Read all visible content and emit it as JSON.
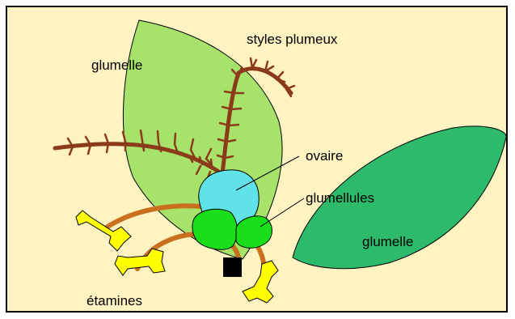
{
  "colors": {
    "background": "#fef3c1",
    "glumelle_left": "#a7e36a",
    "glumelle_right": "#2dba6a",
    "ovaire": "#5fe3e8",
    "glumellules": "#19de19",
    "styles": "#8b3a1a",
    "filaments": "#c8701e",
    "antheres": "#ffff00",
    "base": "#000000",
    "outline": "#000000"
  },
  "labels": {
    "glumelle_top_left": "glumelle",
    "styles_plumeux": "styles plumeux",
    "ovaire": "ovaire",
    "glumellules": "glumellules",
    "glumelle_right": "glumelle",
    "etamines": "étamines"
  }
}
